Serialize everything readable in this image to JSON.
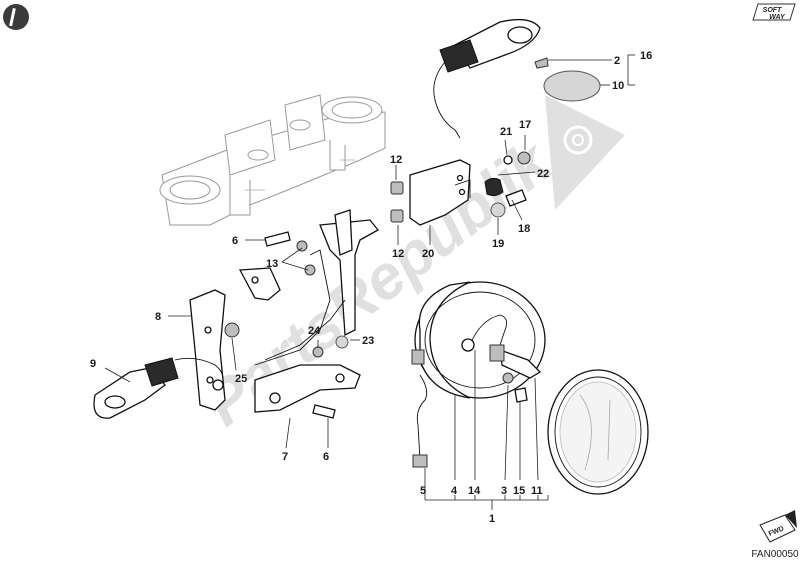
{
  "logo": {
    "line1": "SOFT",
    "line2": "WAY"
  },
  "watermark": "PartsRepublik",
  "drawing_code": "FAN00050",
  "fwd_label": "FWD",
  "callouts": {
    "c1": "1",
    "c2": "2",
    "c3": "3",
    "c4": "4",
    "c5": "5",
    "c6a": "6",
    "c6b": "6",
    "c7": "7",
    "c8": "8",
    "c9": "9",
    "c10": "10",
    "c11": "11",
    "c12a": "12",
    "c12b": "12",
    "c13": "13",
    "c14": "14",
    "c15": "15",
    "c16": "16",
    "c17": "17",
    "c18": "18",
    "c19": "19",
    "c20": "20",
    "c21": "21",
    "c22": "22",
    "c23": "23",
    "c24": "24",
    "c25": "25"
  }
}
